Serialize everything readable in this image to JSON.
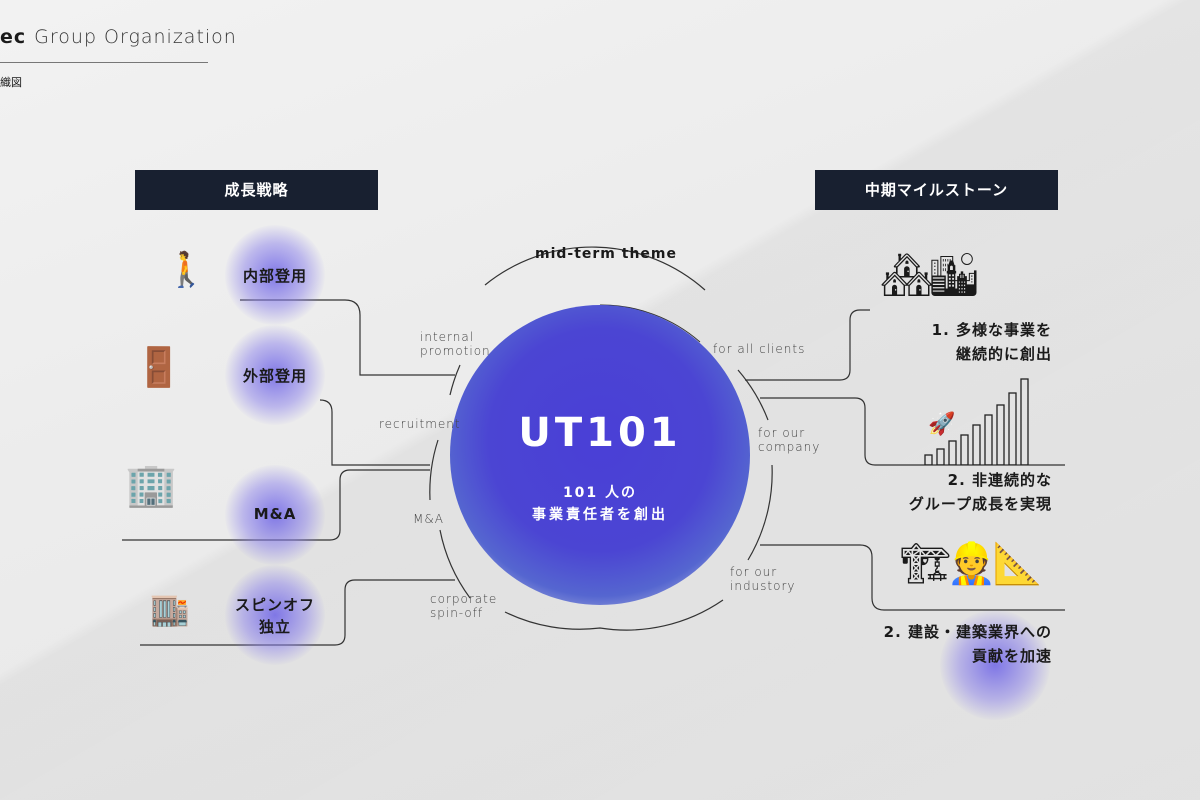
{
  "header": {
    "brand_bold": "ec",
    "brand_light": "Group Organization",
    "subtitle": "織図"
  },
  "left": {
    "title": "成長戦略",
    "items": [
      {
        "label": "内部登用"
      },
      {
        "label": "外部登用"
      },
      {
        "label": "M&A"
      },
      {
        "label": "スピンオフ\n独立"
      }
    ]
  },
  "right": {
    "title": "中期マイルストーン",
    "items": [
      {
        "label": "1. 多様な事業を\n継続的に創出"
      },
      {
        "label": "2. 非連続的な\nグループ成長を実現"
      },
      {
        "label": "2. 建設・建築業界への\n貢献を加速"
      }
    ]
  },
  "center": {
    "theme": "mid-term theme",
    "title": "UT101",
    "line1": "101 人の",
    "line2": "事業責任者を創出"
  },
  "ring_labels": {
    "internal": "internal\npromotion",
    "recruitment": "recruitment",
    "ma": "M&A",
    "spinoff": "corporate\nspin-off",
    "clients": "for all clients",
    "company": "for our\ncompany",
    "industry": "for our\nindustory"
  }
}
